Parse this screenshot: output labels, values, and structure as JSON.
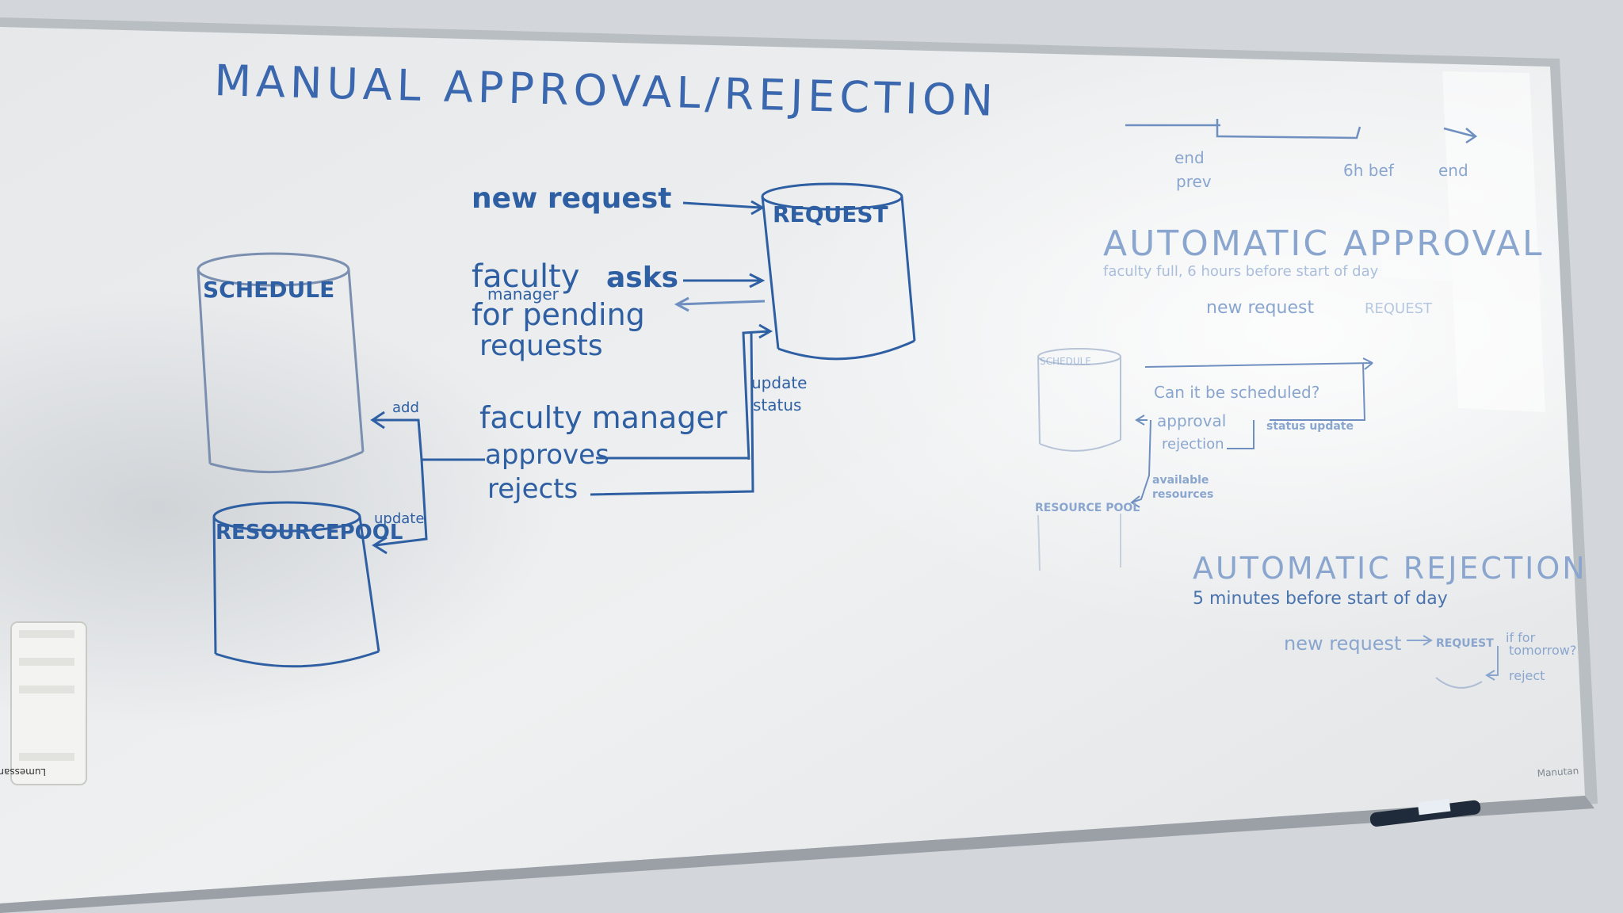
{
  "title": "MANUAL APPROVAL/REJECTION",
  "manual": {
    "new_request": "new request",
    "request_db": "REQUEST",
    "schedule_db": "SCHEDULE",
    "resourcepool_db": "RESOURCEPOOL",
    "faculty_asks_line1": "faculty",
    "faculty_asks_word": "asks",
    "manager_note": "manager",
    "for_pending": "for pending",
    "requests": "requests",
    "update_status_1": "update",
    "update_status_2": "status",
    "faculty_manager": "faculty manager",
    "approves": "approves",
    "rejects": "rejects",
    "add": "add",
    "update": "update"
  },
  "timeline": {
    "end_prev_1": "end",
    "end_prev_2": "prev",
    "six_h_bef": "6h bef",
    "end": "end"
  },
  "auto_approval": {
    "title": "AUTOMATIC APPROVAL",
    "subtitle": "faculty full, 6 hours before start of day",
    "new_request": "new request",
    "request_db": "REQUEST",
    "schedule_db": "SCHEDULE",
    "question": "Can it be scheduled?",
    "approval": "approval",
    "rejection": "rejection",
    "status_update": "status update",
    "available_resources_1": "available",
    "available_resources_2": "resources",
    "resource_pool": "RESOURCE POOL"
  },
  "auto_rejection": {
    "title": "AUTOMATIC REJECTION",
    "subtitle": "5 minutes before start of day",
    "new_request": "new request",
    "request_db": "REQUEST",
    "if_for_1": "if for",
    "if_for_2": "tomorrow?",
    "reject": "reject"
  },
  "eraser_label": "Lumessar",
  "board_brand": "Manutan"
}
